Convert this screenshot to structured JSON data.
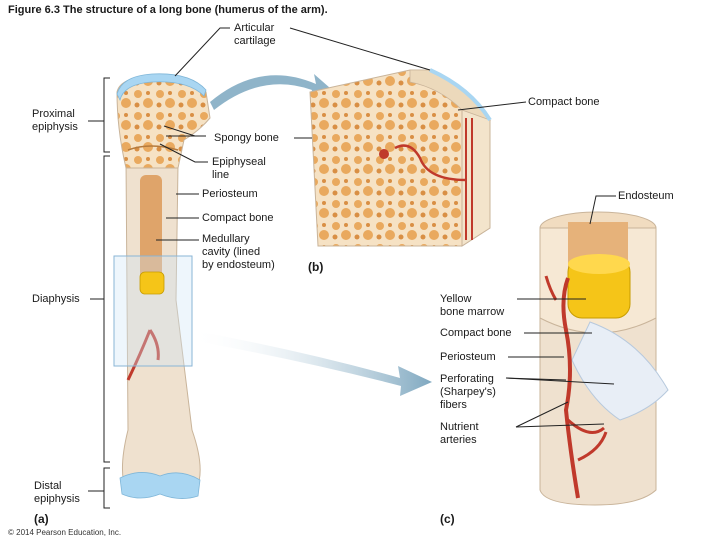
{
  "figure_title": "Figure 6.3 The structure of a long bone (humerus of the arm).",
  "labels": {
    "articular_cartilage": "Articular\ncartilage",
    "compact_bone_b": "Compact bone",
    "proximal_epiphysis": "Proximal\nepiphysis",
    "spongy_bone": "Spongy bone",
    "epiphyseal_line": "Epiphyseal\nline",
    "periosteum_a": "Periosteum",
    "endosteum": "Endosteum",
    "compact_bone_a": "Compact bone",
    "medullary_cavity": "Medullary\ncavity (lined\nby endosteum)",
    "diaphysis": "Diaphysis",
    "yellow_marrow": "Yellow\nbone marrow",
    "compact_bone_c": "Compact bone",
    "periosteum_c": "Periosteum",
    "perforating_fibers": "Perforating\n(Sharpey's)\nfibers",
    "nutrient_arteries": "Nutrient\narteries",
    "distal_epiphysis": "Distal\nepiphysis"
  },
  "panels": {
    "a": "(a)",
    "b": "(b)",
    "c": "(c)"
  },
  "credit": "© 2014 Pearson Education, Inc.",
  "colors": {
    "bone": "#f1dcc0",
    "spongy": "#e4a35a",
    "marrow": "#f5c518",
    "artery": "#c0392b",
    "cartilage": "#a9d6f2",
    "arrow": "#8fb4c9"
  }
}
